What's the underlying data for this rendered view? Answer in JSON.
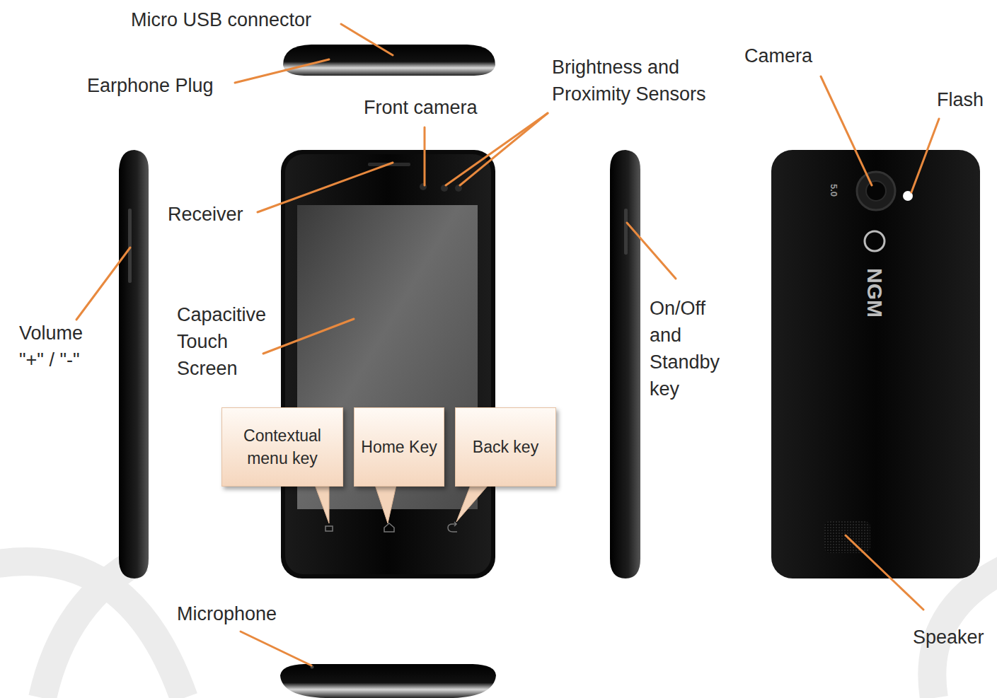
{
  "diagram": {
    "nodes": [
      {
        "text": [
          "Contextual menu key"
        ]
      },
      {
        "text": [
          "Home Key"
        ]
      },
      {
        "text": [
          "Back key"
        ]
      }
    ],
    "labels": [
      "Micro USB connector",
      "Earphone Plug",
      "Front camera",
      "Brightness and Proximity Sensors",
      "Camera",
      "Flash",
      "Receiver",
      "Capacitive Touch Screen",
      "Volume \"+\" / \"-\"",
      "On/Off and Standby key",
      "Microphone",
      "Speaker",
      "5.0",
      "NGM"
    ]
  }
}
